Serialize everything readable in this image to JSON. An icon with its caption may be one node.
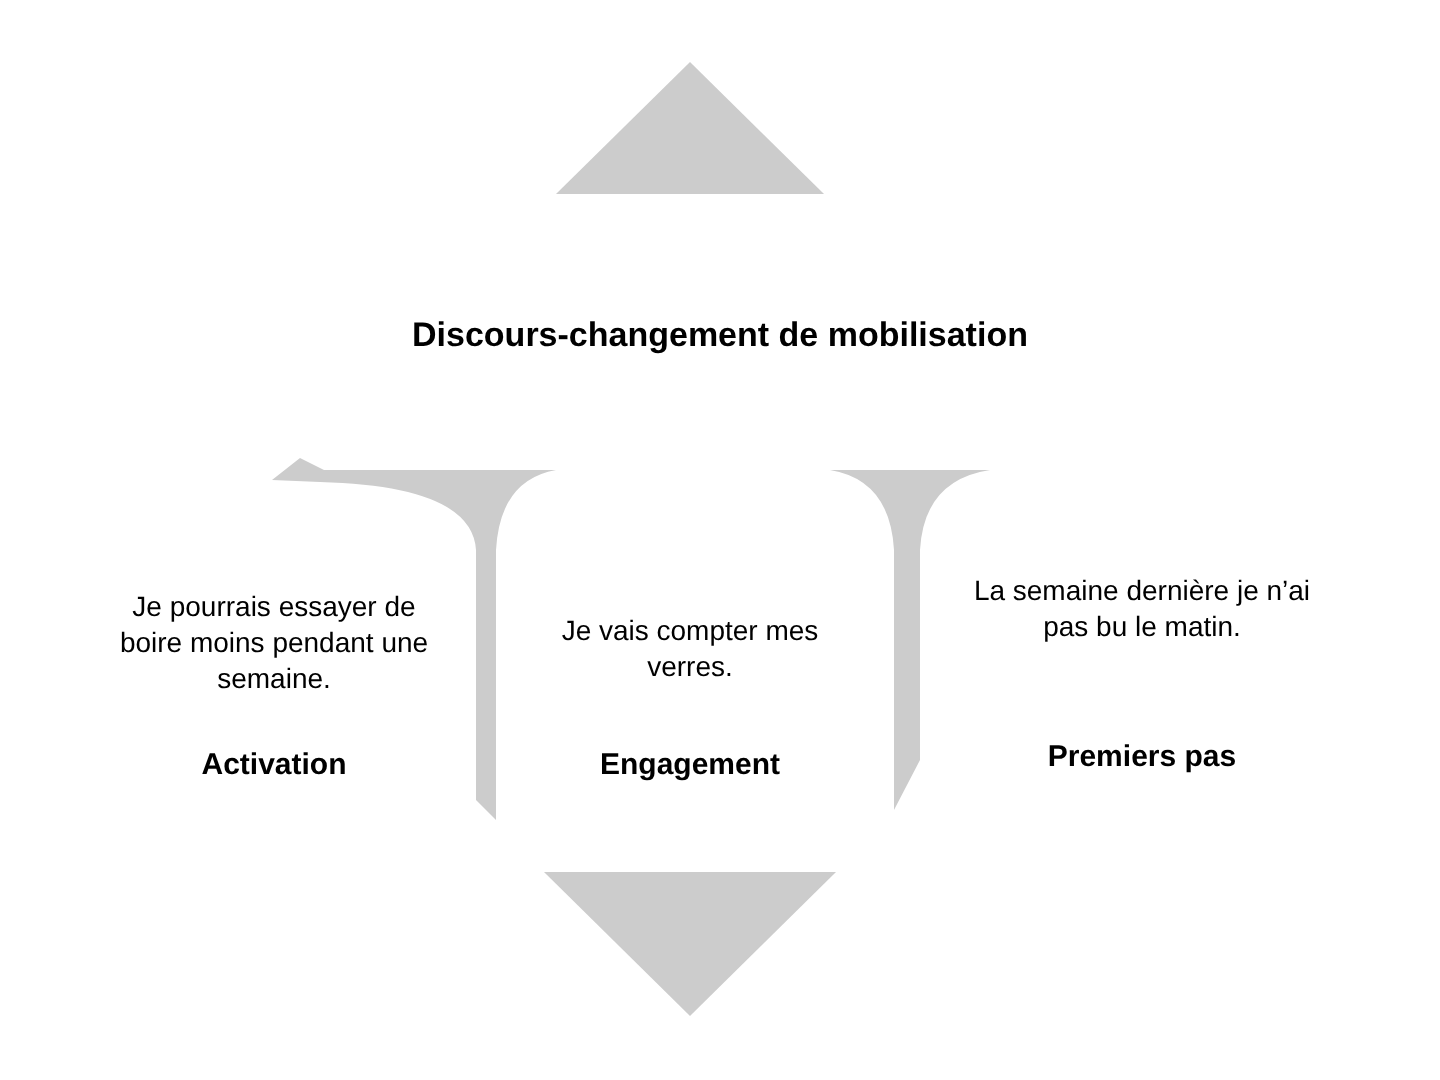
{
  "diagram": {
    "title": "Discours-changement de mobilisation",
    "nodes": [
      {
        "text": [
          "Je pourrais essayer de boire moins pendant une semaine.",
          "Activation"
        ]
      },
      {
        "text": [
          "Je vais compter mes verres.",
          "Engagement"
        ]
      },
      {
        "text": [
          "La semaine dernière je n’ai pas bu le matin.",
          "Premiers pas"
        ]
      }
    ]
  }
}
